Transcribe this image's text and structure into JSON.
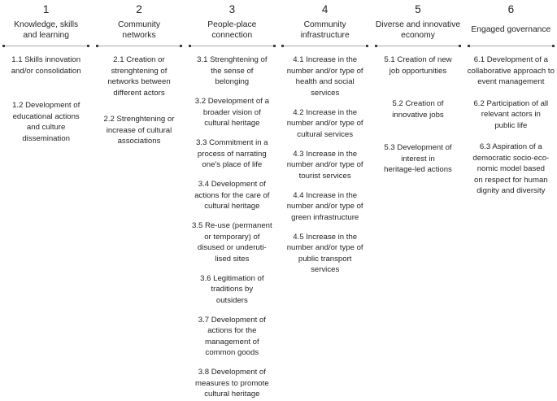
{
  "style": {
    "text_color": "#272324",
    "line_color": "#a8a8a8",
    "dot_color": "#3a3a3a",
    "background_color": "#ffffff"
  },
  "columns": [
    {
      "number": "1",
      "title": "Knowledge, skills\nand learning",
      "items": [
        "1.1 Skills innovation\nand/or consolidation",
        "1.2 Development of\neducational actions\nand culture\ndissemination"
      ]
    },
    {
      "number": "2",
      "title": "Community\nnetworks",
      "items": [
        "2.1 Creation or\nstrenghtening of\nnetworks between\ndifferent actors",
        "2.2 Strenghtening or\nincrease of cultural\nassociations"
      ]
    },
    {
      "number": "3",
      "title": "People-place\nconnection",
      "items": [
        "3.1 Strenghtening of\nthe sense of\nbelonging",
        "3.2 Development of a\nbroader vision of\ncultural heritage",
        "3.3 Commitment in a\nprocess of narrating\none's place of life",
        "3.4 Development of\nactions for the care of\ncultural heritage",
        "3.5 Re-use (permanent\nor temporary) of\ndisused or underuti-\nlised sites",
        "3.6 Legitimation of\ntraditions by\noutsiders",
        "3.7 Development of\nactions for the\nmanagement of\ncommon goods",
        "3.8 Development of\nmeasures to promote\ncultural heritage"
      ]
    },
    {
      "number": "4",
      "title": "Community\ninfrastructure",
      "items": [
        "4.1 Increase in the\nnumber and/or type of\nhealth and social\nservices",
        "4.2 Increase in the\nnumber and/or type of\ncultural services",
        "4.3 Increase in the\nnumber and/or type of\ntourist services",
        "4.4 Increase in the\nnumber and/or type of\ngreen infrastructure",
        "4.5 Increase in the\nnumber and/or type of\npublic transport\nservices"
      ]
    },
    {
      "number": "5",
      "title": "Diverse and innovative\neconomy",
      "items": [
        "5.1 Creation of new\njob opportunities",
        "5.2 Creation of\ninnovative jobs",
        "5.3 Development of\ninterest in\nheritage-led actions"
      ]
    },
    {
      "number": "6",
      "title": "Engaged governance",
      "items": [
        "6.1 Development of a\ncollaborative approach to\nevent management",
        "6.2 Participation of all\nrelevant actors in\npublic life",
        "6.3 Aspiration of a\ndemocratic socio-eco-\nnomic model based\non respect for human\ndignity and diversity"
      ]
    }
  ]
}
